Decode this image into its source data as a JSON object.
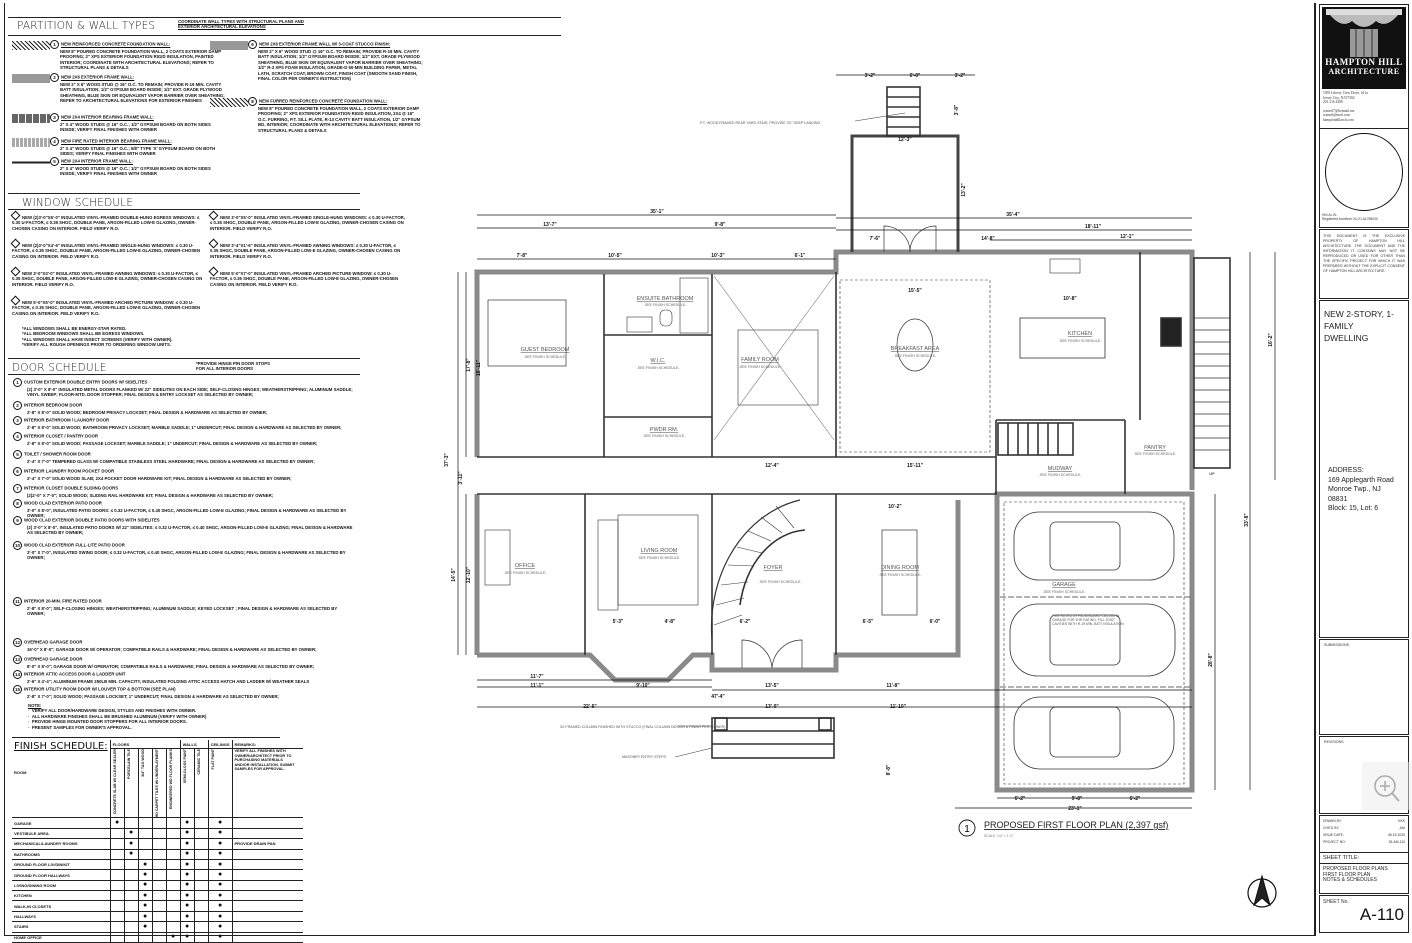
{
  "partition": {
    "title": "PARTITION & WALL TYPES",
    "subtitle": "COORDINATE WALL TYPES WITH STRUCTURAL PLANS AND EXTERIOR ARCHITECTURAL ELEVATIONS",
    "items": [
      {
        "num": "1",
        "heading": "NEW REINFORCED CONCRETE FOUNDATION WALL:",
        "text": "NEW 8\" POURED CONCRETE FOUNDATION WALL, 2 COATS EXTERIOR DAMP PROOFING; 2\" XPS EXTERIOR FOUNDATION RIGID INSULATION, PAINTED INTERIOR; COORDINATE WITH ARCHITECTURAL ELEVATIONS; REFER TO STRUCTURAL PLANS & DETAILS"
      },
      {
        "num": "2",
        "heading": "NEW 2X6 EXTERIOR FRAME WALL:",
        "text": "NEW 2\" X 6\" WOOD STUD @ 16\" O.C. TO REMAIN; PROVIDE R-19 MIN. CAVITY BATT INSULATION; 1/2\" GYPSUM BOARD INSIDE; 1/2\" EXT. GRADE PLYWOOD SHEATHING, BLUE SKIN OR EQUIVALENT VAPOR BARRIER OVER SHEATHING; REFER TO ARCHITECTURAL ELEVATIONS FOR EXTERIOR FINISHES"
      },
      {
        "num": "3",
        "heading": "NEW 2X4 INTERIOR BEARING FRAME WALL:",
        "text": "2\" X 4\" WOOD STUDS @ 16\" O.C.; 1/2\" GYPSUM BOARD ON BOTH SIDES INSIDE; VERIFY FINAL FINISHES WITH OWNER"
      },
      {
        "num": "4",
        "heading": "NEW FIRE RATED INTERIOR BEARING FRAME WALL:",
        "text": "2\" X 4\" WOOD STUDS @ 16\" O.C.; 5/8\" TYPE 'X' GYPSUM BOARD ON BOTH SIDES; VERIFY FINAL FINISHES WITH OWNER"
      },
      {
        "num": "5",
        "heading": "NEW 2X4 INTERIOR FRAME WALL:",
        "text": "2\" X 4\" WOOD STUDS @ 16\" O.C.; 1/2\" GYPSUM BOARD ON BOTH SIDES INSIDE; VERIFY FINAL FINISHES WITH OWNER"
      },
      {
        "num": "6",
        "heading": "NEW 2X6 EXTERIOR FRAME WALL W/ 3-COAT STUCCO FINISH:",
        "text": "NEW 2\" X 6\" WOOD STUD @ 16\" O.C. TO REMAIN; PROVIDE R-19 MIN. CAVITY BATT INSULATION; 1/2\" GYPSUM BOARD INSIDE; 1/2\" EXT. GRADE PLYWOOD SHEATHING, BLUE SKIN OR EQUIVALENT VAPOR BARRIER OVER SHEATHING; 1/2\" R-3 XPS FOAM INSULATION, GRADE-D 60-MIN BUILDING PAPER, METAL LATH, SCRATCH COAT, BROWN COAT, FINISH COAT (SMOOTH SAND FINISH, FINAL COLOR PER OWNER'S INSTRUCTION)"
      },
      {
        "num": "8",
        "heading": "NEW FURRED REINFORCED CONCRETE FOUNDATION WALL:",
        "text": "NEW 8\" POURED CONCRETE FOUNDATION WALL, 2 COATS EXTERIOR DAMP PROOFING; 2\" XPS EXTERIOR FOUNDATION RIGID INSULATION, 2X4 @ 16\" O.C. FURRING, P.T. SILL PLATE, R-13 CAVITY BATT INSULATION, 1/2\" GYPSUM BD. INTERIOR; COORDINATE WITH ARCHITECTURAL ELEVATIONS; REFER TO STRUCTURAL PLANS & DETAILS"
      }
    ]
  },
  "windows": {
    "title": "WINDOW SCHEDULE",
    "items": [
      {
        "text": "NEW (2)3'-0\"x6'-0\" INSULATED VINYL-FRAMED DOUBLE-HUNG EGRESS WINDOWS: ≤ 0.30 U-FACTOR, ≤ 0.35 SHGC, DOUBLE PANE, ARGON-FILLED LOW-E GLAZING, OWNER-CHOSEN CASING ON INTERIOR. FIELD VERIFY R.O."
      },
      {
        "text": "NEW (2)3'-0\"x4'-6\" INSULATED VINYL-FRAMED SINGLE-HUNG WINDOWS: ≤ 0.30 U-FACTOR, ≤ 0.35 SHGC, DOUBLE PANE, ARGON-FILLED LOW-E GLAZING, OWNER-CHOSEN CASING ON INTERIOR. FIELD VERIFY R.O."
      },
      {
        "text": "NEW 3'-0\"x3'-0\" INSULATED VINYL-FRAMED AWNING WINDOWS: ≤ 0.30 U-FACTOR, ≤ 0.35 SHGC, DOUBLE PANE, ARGON-FILLED LOW-E GLAZING, OWNER-CHOSEN CASING ON INTERIOR. FIELD VERIFY R.O."
      },
      {
        "text": "NEW 5'-0\"x5'-0\" INSULATED VINYL-FRAMED ARCHED PICTURE WINDOW: ≤ 0.30 U-FACTOR, ≤ 0.35 SHGC, DOUBLE PANE, ARGON-FILLED LOW-E GLAZING, OWNER-CHOSEN CASING ON INTERIOR. FIELD VERIFY R.O."
      },
      {
        "text": "NEW 3'-0\"x5'-0\" INSULATED VINYL-FRAMED SINGLE-HUNG WINDOWS: ≤ 0.30 U-FACTOR, ≤ 0.35 SHGC, DOUBLE PANE, ARGON-FILLED LOW-E GLAZING, OWNER-CHOSEN CASING ON INTERIOR. FIELD VERIFY R.O."
      },
      {
        "text": "NEW 3'-4\"x1'-6\" INSULATED VINYL-FRAMED AWNING WINDOWS: ≤ 0.30 U-FACTOR, ≤ 0.35 SHGC, DOUBLE PANE, ARGON-FILLED LOW-E GLAZING, OWNER-CHOSEN CASING ON INTERIOR. FIELD VERIFY R.O."
      },
      {
        "text": "NEW 5'-0\"x7'-0\" INSULATED VINYL-FRAMED ARCHED PICTURE WINDOW: ≤ 0.30 U-FACTOR, ≤ 0.35 SHGC, DOUBLE PANE, ARGON-FILLED LOW-E GLAZING, OWNER-CHOSEN CASING ON INTERIOR. FIELD VERIFY R.O."
      }
    ],
    "notes": [
      "*ALL WINDOWS SHALL BE ENERGY-STAR RATED.",
      "*ALL BEDROOM WINDOWS SHALL BE EGRESS WINDOWS.",
      "*ALL WINDOWS SHALL HAVE INSECT SCREENS (VERIFY WITH OWNER).",
      "*VERIFY ALL ROUGH OPENINGS PRIOR TO ORDERING WINDOW UNITS."
    ]
  },
  "doors": {
    "title": "DOOR SCHEDULE",
    "side_note": "*PROVIDE HINGE PIN DOOR STOPS FOR ALL INTERIOR DOORS",
    "items": [
      {
        "num": "1",
        "heading": "CUSTOM EXTERIOR DOUBLE ENTRY DOORS w/ SIDELITES",
        "text": "(2) 3'-0\" x 8'-0\" INSULATED METAL DOORS FLANKED W/ 22\" SIDELITES ON EACH SIDE; SELF-CLOSING HINGES; WEATHERSTRIPPING; ALUMINUM SADDLE; VINYL SWEEP; FLOOR-MTD. DOOR STOPPER; FINAL DESIGN & ENTRY LOCKSET AS SELECTED BY OWNER;"
      },
      {
        "num": "2",
        "heading": "INTERIOR BEDROOM DOOR",
        "text": "2'-8\" x 8'-0\" SOLID WOOD; BEDROOM PRIVACY LOCKSET; FINAL DESIGN & HARDWARE AS SELECTED BY OWNER;"
      },
      {
        "num": "3",
        "heading": "INTERIOR BATHROOM / LAUNDRY DOOR",
        "text": "2'-8\" x 8'-0\" SOLID WOOD; BATHROOM PRIVACY LOCKSET; MARBLE SADDLE; 1\" UNDERCUT; FINAL DESIGN & HARDWARE AS SELECTED BY OWNER;"
      },
      {
        "num": "4",
        "heading": "INTERIOR CLOSET / PANTRY DOOR",
        "text": "2'-8\" x 8'-0\" SOLID WOOD; PASSAGE LOCKSET; MARBLE SADDLE; 1\" UNDERCUT; FINAL DESIGN & HARDWARE AS SELECTED BY OWNER;"
      },
      {
        "num": "5",
        "heading": "TOILET / SHOWER ROOM DOOR",
        "text": "2'-4\" x 7'-0\" TEMPERED GLASS W/ COMPATIBLE STAINLESS STEEL HARDWARE; FINAL DESIGN & HARDWARE AS SELECTED BY OWNER;"
      },
      {
        "num": "6",
        "heading": "INTERIOR LAUNDRY ROOM POCKET DOOR",
        "text": "2'-4\" x 7'-0\" SOLID WOOD SLAB; 2X4 POCKET DOOR HARDWARE KIT; FINAL DESIGN & HARDWARE AS SELECTED BY OWNER;"
      },
      {
        "num": "7",
        "heading": "INTERIOR CLOSET DOUBLE SLIDING DOORS",
        "text": "(2)2'-0\" x 7'-0\"; SOLID WOOD; SLIDING RAIL HARDWARE KIT; FINAL DESIGN & HARDWARE AS SELECTED BY OWNER;"
      },
      {
        "num": "8",
        "heading": "WOOD CLAD EXTERIOR PATIO DOOR",
        "text": "3'-0\" x 8'-0\", INSULATED PATIO DOORS: ≤ 0.32 U-FACTOR, ≤ 0.40 SHGC, ARGON-FILLED LOW-E GLAZING; FINAL DESIGN & HARDWARE AS SELECTED BY OWNER;"
      },
      {
        "num": "9",
        "heading": "WOOD CLAD EXTERIOR DOUBLE PATIO DOORS WITH SIDELITES",
        "text": "(2) 3'-0\" x 8'-0\", INSULATED PATIO DOORS w/ 22\" SIDELITES: ≤ 0.32 U-FACTOR, ≤ 0.40 SHGC, ARGON-FILLED LOW-E GLAZING; FINAL DESIGN & HARDWARE AS SELECTED BY OWNER;"
      },
      {
        "num": "10",
        "heading": "WOOD CLAD EXTERIOR FULL-LITE PATIO DOOR",
        "text": "3'-0\" x 7'-0\", INSULATED SWING DOOR; ≤ 0.32 U-FACTOR, ≤ 0.40 SHGC, ARGON-FILLED LOW-E GLAZING; FINAL DESIGN & HARDWARE AS SELECTED BY OWNER;"
      },
      {
        "num": "11",
        "heading": "INTERIOR 20-MIN. FIRE RATED DOOR",
        "text": "2'-8\" x 8'-0\"; SELF-CLOSING HINGES; WEATHERSTRIPPING; ALUMINUM SADDLE; KEYED LOCKSET ; FINAL DESIGN & HARDWARE AS SELECTED BY OWNER;"
      },
      {
        "num": "12",
        "heading": "OVERHEAD GARAGE DOOR",
        "text": "16'-0\" x 8'-0\"; GARAGE DOOR W/ OPERATOR; COMPATIBLE RAILS & HARDWARE; FINAL DESIGN & HARDWARE AS SELECTED BY OWNER;"
      },
      {
        "num": "13",
        "heading": "OVERHEAD GARAGE DOOR",
        "text": "8'-0\" x 8'-0\"; GARAGE DOOR W/ OPERATOR; COMPATIBLE RAILS & HARDWARE; FINAL DESIGN & HARDWARE AS SELECTED BY OWNER;"
      },
      {
        "num": "14",
        "heading": "INTERIOR ATTIC ACCESS DOOR & LADDER UNIT",
        "text": "2'-6\" x 4'-4\"; ALUMINUM FRAME 250LB MIN. CAPACITY, INSULATED FOLDING ATTIC ACCESS HATCH AND LADDER W/ WEATHER SEALS"
      },
      {
        "num": "15",
        "heading": "INTERIOR UTILITY ROOM DOOR W/ LOUVER TOP & BOTTOM (SEE PLAN)",
        "text": "2'-8\" x 7'-0\"; SOLID WOOD; PASSAGE LOCKSET; 1\" UNDERCUT; FINAL DESIGN & HARDWARE AS SELECTED BY OWNER;"
      }
    ],
    "notes_title": "NOTE:",
    "notes": [
      "VERIFY ALL DOOR/HARDWARE DESIGN, STYLES AND FINISHES WITH OWNER.",
      "ALL HARDWARE FINISHES SHALL BE BRUSHED ALUMINUM (VERIFY WITH OWNER)",
      "PROVIDE HINGE MOUNTED DOOR STOPPERS FOR ALL INTERIOR DOORS.",
      "PRESENT SAMPLES FOR OWNER'S APPROVAL."
    ]
  },
  "finish": {
    "title": "FINISH SCHEDULE:",
    "groups": {
      "floors": "FLOORS",
      "walls": "WALLS",
      "ceilings": "CEILINGS",
      "remarks": "REMARKS:"
    },
    "room_header": "ROOM",
    "columns": [
      "CONCRETE SLAB W/ CLEAR SEALER",
      "PORCELAIN TILE",
      "3/4\" T&G WOOD",
      "HD CARPET TILES W/ UNDERLAYMENT",
      "ENGINEERED WD FLOOR PLANKS",
      "SEMI-GLOSS PAINT",
      "CERAMIC TILE",
      "FLAT PAINT"
    ],
    "remarks_header": "VERIFY ALL FINISHES WITH OWNER/ARCHITECT PRIOR TO PURCHASING MATERIALS AND/OR INSTALLATION. SUBMIT SAMPLES FOR APPROVAL.",
    "rows": [
      {
        "room": "GARAGE",
        "marks": [
          1,
          0,
          0,
          0,
          0,
          1,
          0,
          1
        ],
        "remark": ""
      },
      {
        "room": "VESTIBULE AREA",
        "marks": [
          0,
          1,
          0,
          0,
          0,
          1,
          0,
          1
        ],
        "remark": ""
      },
      {
        "room": "MECHANICAL/LAUNDRY ROOMS",
        "marks": [
          0,
          1,
          0,
          0,
          0,
          1,
          0,
          1
        ],
        "remark": "PROVIDE DRAIN PAN"
      },
      {
        "room": "BATHROOMS",
        "marks": [
          0,
          1,
          0,
          0,
          0,
          1,
          0,
          1
        ],
        "remark": ""
      },
      {
        "room": "GROUND FLOOR LIV/DIN/KIT",
        "marks": [
          0,
          0,
          1,
          0,
          0,
          1,
          0,
          1
        ],
        "remark": ""
      },
      {
        "room": "GROUND FLOOR HALLWAYS",
        "marks": [
          0,
          0,
          1,
          0,
          0,
          1,
          0,
          1
        ],
        "remark": ""
      },
      {
        "room": "LIVING/DINING ROOM",
        "marks": [
          0,
          0,
          1,
          0,
          0,
          1,
          0,
          1
        ],
        "remark": ""
      },
      {
        "room": "KITCHEN",
        "marks": [
          0,
          0,
          1,
          0,
          0,
          1,
          0,
          1
        ],
        "remark": ""
      },
      {
        "room": "WALK-IN CLOSETS",
        "marks": [
          0,
          0,
          1,
          0,
          0,
          1,
          0,
          1
        ],
        "remark": ""
      },
      {
        "room": "HALLWAYS",
        "marks": [
          0,
          0,
          1,
          0,
          0,
          1,
          0,
          1
        ],
        "remark": ""
      },
      {
        "room": "STAIRS",
        "marks": [
          0,
          0,
          1,
          0,
          0,
          1,
          0,
          1
        ],
        "remark": ""
      },
      {
        "room": "HOME OFFICE",
        "marks": [
          0,
          0,
          0,
          0,
          1,
          1,
          0,
          1
        ],
        "remark": ""
      }
    ]
  },
  "plan": {
    "title_num": "1",
    "title": "PROPOSED FIRST FLOOR PLAN (2,397 gsf)",
    "scale": "SCALE: 1/4\" = 1'-0\"",
    "finish_ref": "-SEE FINISH SCHEDULE-",
    "rooms": {
      "guest_bedroom": "GUEST BEDROOM",
      "ensuite": "ENSUITE BATHROOM",
      "wic": "W.I.C.",
      "family": "FAMILY ROOM",
      "powder": "PWDR RM.",
      "breakfast": "BREAKFAST AREA",
      "kitchen": "KITCHEN",
      "pantry": "PANTRY",
      "mudway": "MUDWAY",
      "office": "OFFICE",
      "living": "LIVING ROOM",
      "foyer": "FOYER",
      "dining": "DINING ROOM",
      "garage": "GARAGE"
    },
    "annotations": {
      "deck": "P.T. WOOD FRAMED REAR YARD STAIR, PROVIDE 3'0\" DEEP LANDING",
      "column": "3X FRAMED COLUMN FINISHED WITH STUCCO (FINAL COLUMN DESIGN & FINISH PER OWNER)",
      "steps": "MASONRY ENTRY STEPS",
      "garage_ceiling": "FIRE RATED GYPSUM BOARD CEILING IN GARAGE FOR 1HR RATING, FILL JOIST CAVITIES WITH R-19 MIN. BATT INSULATION",
      "stair_up": "UP"
    },
    "dimensions": [
      "3'-2\"",
      "6'-0\"",
      "3'-2\"",
      "3'-8\"",
      "12'-3\"",
      "13'-2\"",
      "35'-1\"",
      "13'-7\"",
      "9'-8\"",
      "7'-8\"",
      "10'-5\"",
      "10'-3\"",
      "6'-1\"",
      "35'-4\"",
      "18'-11\"",
      "12'-1\"",
      "7'-6\"",
      "14'-8\"",
      "15'-5\"",
      "10'-8\"",
      "12'-4\"",
      "15'-11\"",
      "17'-8\"",
      "18'-11\"",
      "37'-3\"",
      "3'-11\"",
      "14'-5\"",
      "12'-10\"",
      "10'-2\"",
      "5'-3\"",
      "4'-8\"",
      "6'-2\"",
      "6'-5\"",
      "6'-0\"",
      "11'-7\"",
      "11'-1\"",
      "9'-10\"",
      "47'-4\"",
      "22'-6\"",
      "13'-0\"",
      "13'-5\"",
      "11'-8\"",
      "11'-10\"",
      "6'-2\"",
      "9'-8\"",
      "6'-2\"",
      "23'-1\"",
      "16'-2\"",
      "33'-8\"",
      "28'-8\"",
      "8'-8\""
    ]
  },
  "title_block": {
    "firm_name_line1": "HAMPTON HILL",
    "firm_name_line2": "ARCHITECTURE",
    "address_lines": [
      "1993 Liberty View Drive, #11a",
      "Jersey City, NJ 07302",
      "201.316.4280"
    ],
    "email_lines": [
      "wanzel7@hotmail.net",
      "wanzel@mail.com",
      "hamptonhillarch.com"
    ],
    "seal_name": "HIN AL KL",
    "seal_reg": "Registered Architect: NJ 21 A1758030",
    "copyright": "THIS DOCUMENT IS THE EXCLUSIVE PROPERTY OF HAMPTON HILL ARCHITECTURE. THE DOCUMENT AND THE INFORMATION IT CONTAINS MAY NOT BE REPRODUCED OR USED FOR OTHER THAN THE SPECIFIC PROJECT FOR WHICH IT WAS PREPARED WITHOUT THE EXPLICIT CONSENT OF HAMPTON HILL ARCHITECTURE.",
    "project": "NEW 2-STORY, 1-FAMILY DWELLING",
    "address_label": "ADDRESS:",
    "address": [
      "169 Applegarth Road",
      "Monroe Twp., NJ 08831",
      "Block: 15, Lot: 6"
    ],
    "submissions_label": "SUBMISSIONS",
    "revisions_label": "REVISIONS",
    "meta": [
      {
        "label": "DRAWN BY:",
        "value": "KKK"
      },
      {
        "label": "CHK'D BY:",
        "value": "AAI"
      },
      {
        "label": "ISSUE DATE:",
        "value": "06.15.2025"
      },
      {
        "label": "PROJECT NO:",
        "value": "25-AM-110"
      }
    ],
    "sheet_title_label": "SHEET TITLE:",
    "sheet_title": [
      "PROPOSED FLOOR PLANS",
      "FIRST FLOOR PLAN",
      "NOTES & SCHEDULES"
    ],
    "sheet_no_label": "SHEET No.",
    "sheet_no": "A-110"
  },
  "viewer": {
    "zoom_icon": "zoom-in-icon"
  },
  "colors": {
    "wall": "#8a8a8a",
    "line": "#111111",
    "poche": "#222222"
  }
}
